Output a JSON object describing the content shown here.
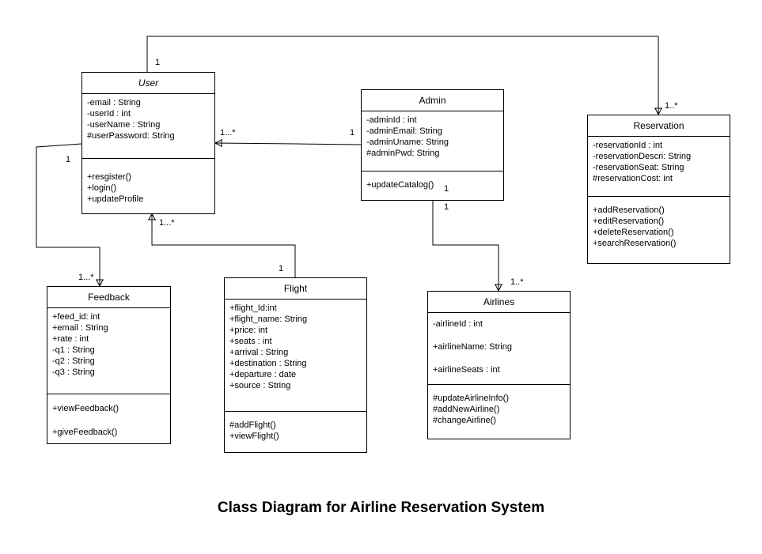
{
  "classes": {
    "user": {
      "name": "User",
      "attributes": [
        "-email : String",
        "-userId : int",
        "-userName : String",
        "#userPassword: String"
      ],
      "methods": [
        "+resgister()",
        "+login()",
        "+updateProfile"
      ]
    },
    "admin": {
      "name": "Admin",
      "attributes": [
        "-adminId : int",
        "-adminEmail: String",
        "-adminUname: String",
        "#adminPwd: String"
      ],
      "methods": [
        "+updateCatalog()"
      ]
    },
    "reservation": {
      "name": "Reservation",
      "attributes": [
        "-reservationId : int",
        "-reservationDescri: String",
        "-reservationSeat: String",
        "#reservationCost: int"
      ],
      "methods": [
        "+addReservation()",
        "+editReservation()",
        "+deleteReservation()",
        "+searchReservation()"
      ]
    },
    "feedback": {
      "name": "Feedback",
      "attributes": [
        "+feed_id:  int",
        "+email : String",
        "+rate : int",
        "-q1 : String",
        "-q2 : String",
        "-q3 : String"
      ],
      "methods": [
        "+viewFeedback()",
        "",
        "+giveFeedback()"
      ]
    },
    "flight": {
      "name": "Flight",
      "attributes": [
        "+flight_Id:int",
        "+flight_name: String",
        "+price: int",
        "+seats : int",
        "+arrival : String",
        "+destination : String",
        "+departure : date",
        "+source : String"
      ],
      "methods": [
        "#addFlight()",
        "+viewFlight()"
      ]
    },
    "airlines": {
      "name": "Airlines",
      "attributes": [
        "-airlineId : int",
        "",
        "+airlineName: String",
        "",
        "+airlineSeats : int"
      ],
      "methods": [
        "#updateAirlineInfo()",
        "#addNewAirline()",
        "#changeAirline()"
      ]
    }
  },
  "multiplicities": {
    "user_reservation_user": "1",
    "user_reservation_reservation": "1..*",
    "admin_user_user": "1...*",
    "admin_user_admin": "1",
    "user_feedback_user": "1",
    "user_feedback_feedback": "1...*",
    "flight_user_user": "1...*",
    "flight_user_flight": "1",
    "admin_airlines_admin_a": "1",
    "admin_airlines_admin_b": "1",
    "admin_airlines_airlines": "1..*"
  },
  "caption": "Class Diagram for Airline Reservation System"
}
